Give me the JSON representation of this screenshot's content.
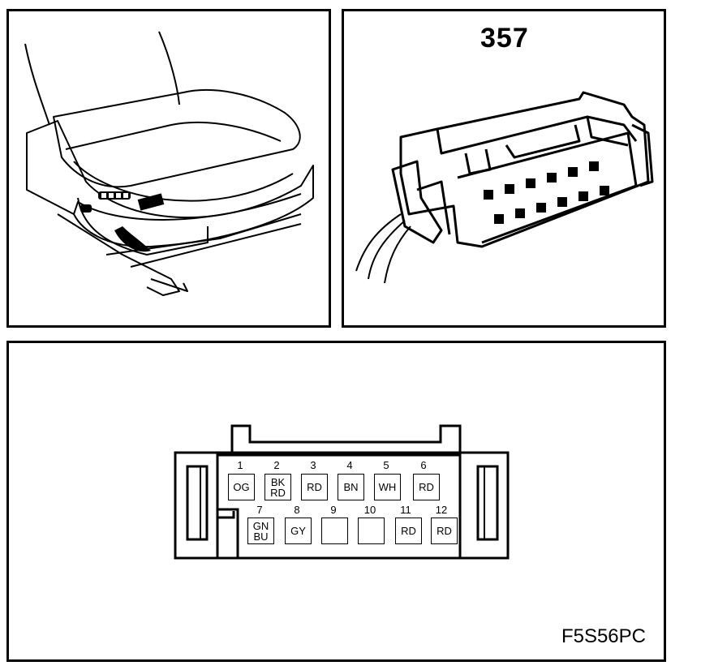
{
  "connector": {
    "number": "357"
  },
  "figure": {
    "code": "F5S56PC"
  },
  "pins": [
    {
      "num": "1",
      "colors": [
        "OG"
      ]
    },
    {
      "num": "2",
      "colors": [
        "BK",
        "RD"
      ]
    },
    {
      "num": "3",
      "colors": [
        "RD"
      ]
    },
    {
      "num": "4",
      "colors": [
        "BN"
      ]
    },
    {
      "num": "5",
      "colors": [
        "WH"
      ]
    },
    {
      "num": "6",
      "colors": [
        "RD"
      ]
    },
    {
      "num": "7",
      "colors": [
        "GN",
        "BU"
      ]
    },
    {
      "num": "8",
      "colors": [
        "GY"
      ]
    },
    {
      "num": "9",
      "colors": []
    },
    {
      "num": "10",
      "colors": []
    },
    {
      "num": "11",
      "colors": [
        "RD"
      ]
    },
    {
      "num": "12",
      "colors": [
        "RD"
      ]
    }
  ]
}
